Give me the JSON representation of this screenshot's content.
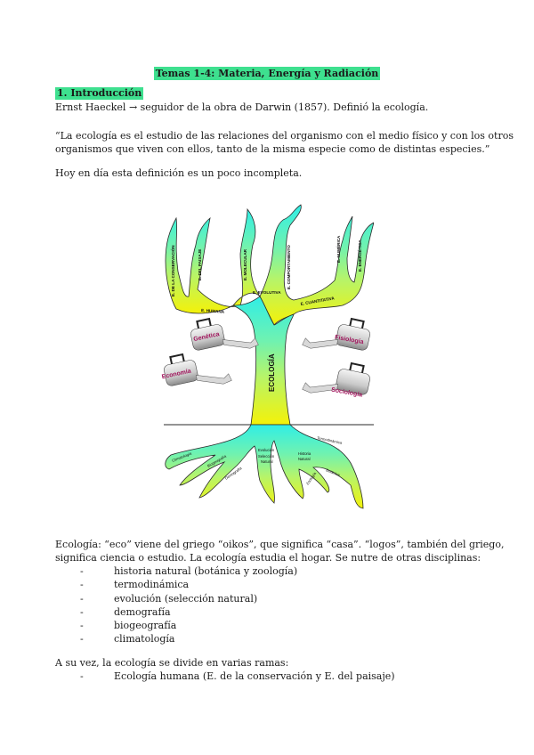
{
  "document": {
    "title": "Temas 1-4: Materia, Energía y Radiación",
    "section_heading": "1. Introducción",
    "intro_line": "Ernst Haeckel → seguidor de la obra de Darwin (1857). Definió la ecología.",
    "quote_line1": "“La ecología es el estudio de las relaciones del organismo con el medio físico y con los otros",
    "quote_line2": "organismos que viven con ellos, tanto de la misma especie como de distintas especies.”",
    "remark": "Hoy en día esta definición es un poco incompleta.",
    "etymology_line1": "Ecología: “eco” viene del griego “oikos”, que significa “casa”. “logos”, también del griego,",
    "etymology_line2": "significa ciencia o estudio. La ecología estudia el hogar. Se nutre de otras disciplinas:",
    "disciplines": [
      "historia natural (botánica y zoología)",
      "termodinámica",
      "evolución (selección natural)",
      "demografía",
      "biogeografía",
      "climatología"
    ],
    "branches_intro": "A su vez, la ecología se divide en varias ramas:",
    "branches": [
      "Ecología humana (E. de la conservación y E. del paisaje)"
    ],
    "list_marker": "-"
  },
  "figure": {
    "trunk_label": "ECOLOGÍA",
    "branch_labels": {
      "conservacion": "E. DE LA CONSERVACIÓN",
      "paisaje": "E. DEL PAISAJE",
      "humana": "E. HUMANA",
      "molecular": "E. MOLECULAR",
      "evolutiva": "E. EVOLUTIVA",
      "comportamiento": "E. COMPORTAMIENTO",
      "cuantitativa": "E. CUANTITATIVA",
      "numerica": "E. NUMÉRICA",
      "energetica": "E. ENERGÉTICA"
    },
    "watering_cans": [
      "Genética",
      "Economía",
      "Fisiología",
      "Sociología"
    ],
    "root_labels": {
      "climatologia": "Climatología",
      "biogeografia": "Biogeografía",
      "demografia": "Demografía",
      "evolucion": "Evolución",
      "seleccion1": "Selección",
      "seleccion2": "Natural",
      "historia1": "Historia",
      "historia2": "Natural",
      "termodinamica": "Termodinámica",
      "botanica": "Botánica",
      "zoologia": "Zoología"
    },
    "colors": {
      "branch_top": "#35eedd",
      "trunk_mid": "#8ff59a",
      "root_bottom": "#f2f20a",
      "can_label": "#a0135b",
      "heading_highlight": "#3ee08f"
    }
  }
}
